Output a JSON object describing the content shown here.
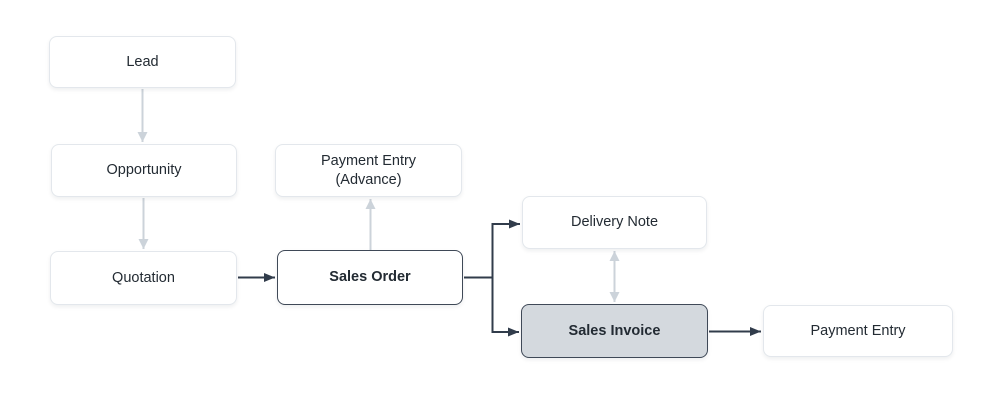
{
  "diagram": {
    "type": "flowchart",
    "description": "Sales cycle flow diagram",
    "nodes": {
      "lead": {
        "label": "Lead",
        "style": "default"
      },
      "opportunity": {
        "label": "Opportunity",
        "style": "default"
      },
      "quotation": {
        "label": "Quotation",
        "style": "default"
      },
      "payment_entry_advance": {
        "label_line1": "Payment Entry",
        "label_line2": "(Advance)",
        "style": "default"
      },
      "sales_order": {
        "label": "Sales Order",
        "style": "emphasized"
      },
      "delivery_note": {
        "label": "Delivery Note",
        "style": "default"
      },
      "sales_invoice": {
        "label": "Sales Invoice",
        "style": "emphasized-filled"
      },
      "payment_entry": {
        "label": "Payment Entry",
        "style": "default"
      }
    },
    "edges": [
      {
        "from": "lead",
        "to": "opportunity",
        "style": "gray",
        "direction": "down"
      },
      {
        "from": "opportunity",
        "to": "quotation",
        "style": "gray",
        "direction": "down"
      },
      {
        "from": "quotation",
        "to": "sales_order",
        "style": "dark",
        "direction": "right"
      },
      {
        "from": "sales_order",
        "to": "payment_entry_advance",
        "style": "gray",
        "direction": "up"
      },
      {
        "from": "sales_order",
        "to": "delivery_note",
        "style": "dark",
        "direction": "branch-right"
      },
      {
        "from": "sales_order",
        "to": "sales_invoice",
        "style": "dark",
        "direction": "branch-right"
      },
      {
        "from": "delivery_note",
        "to": "sales_invoice",
        "style": "gray",
        "direction": "bidirectional"
      },
      {
        "from": "sales_invoice",
        "to": "payment_entry",
        "style": "dark",
        "direction": "right"
      }
    ],
    "colors": {
      "background": "#ffffff",
      "node_fill": "#ffffff",
      "node_border": "#e3e7ec",
      "node_border_strong": "#3f4957",
      "node_fill_highlight": "#d4d9de",
      "text": "#232b33",
      "arrow_gray": "#ccd3da",
      "arrow_dark": "#313c4b"
    }
  }
}
